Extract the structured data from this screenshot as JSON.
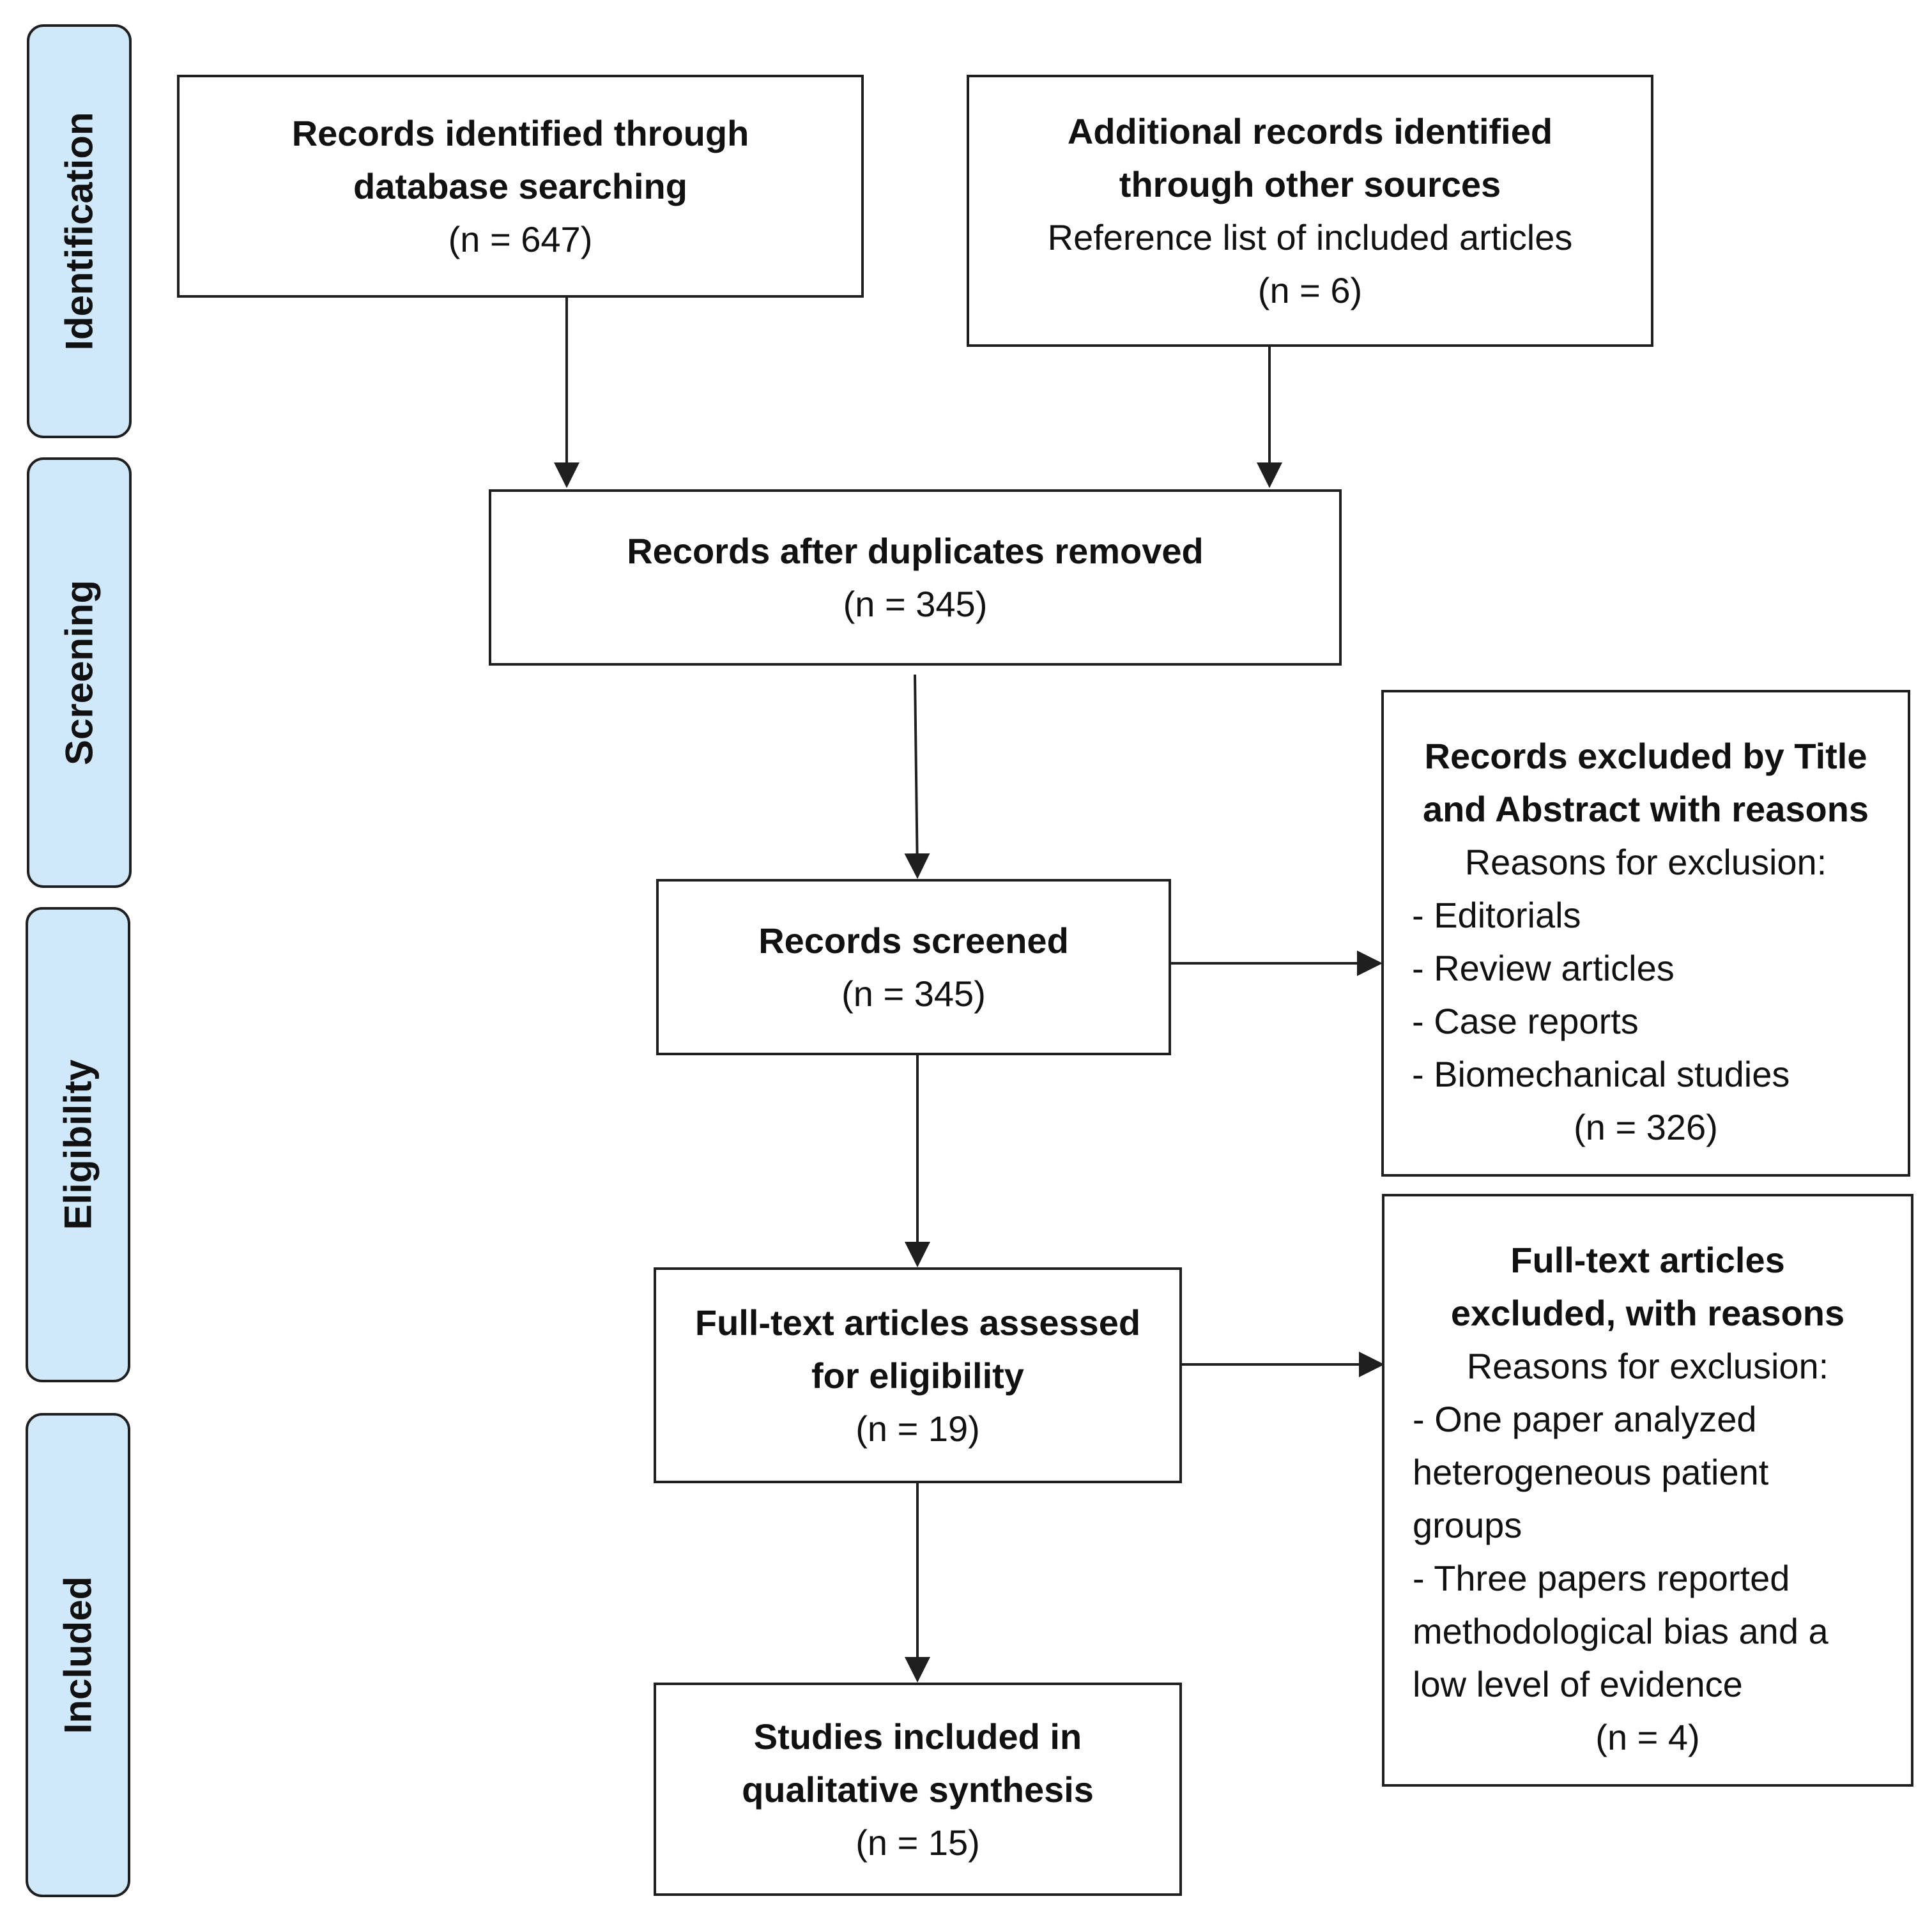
{
  "phases": {
    "identification": "Identification",
    "screening": "Screening",
    "eligibility": "Eligibility",
    "included": "Included"
  },
  "boxes": {
    "database": {
      "line1": "Records identified through",
      "line2": "database searching",
      "count": "(n = 647)"
    },
    "other_sources": {
      "line1": "Additional records identified",
      "line2": "through other sources",
      "sub": "Reference list of included articles",
      "count": "(n = 6)"
    },
    "duplicates_removed": {
      "title": "Records after duplicates removed",
      "count": "(n = 345)"
    },
    "screened": {
      "title": "Records screened",
      "count": "(n = 345)"
    },
    "excluded_title_abstract": {
      "line1": "Records excluded by Title",
      "line2": "and Abstract with reasons",
      "reasons_heading": "Reasons for exclusion:",
      "reasons": [
        "- Editorials",
        "- Review articles",
        "- Case reports",
        "- Biomechanical studies"
      ],
      "count": "(n = 326)"
    },
    "full_text_assessed": {
      "line1": "Full-text articles assessed",
      "line2": "for eligibility",
      "count": "(n = 19)"
    },
    "full_text_excluded": {
      "line1": "Full-text articles",
      "line2": "excluded, with reasons",
      "reasons_heading": "Reasons for exclusion:",
      "reasons": [
        "- One paper analyzed",
        "heterogeneous patient",
        "groups",
        "- Three papers reported",
        "methodological bias and a",
        "low level of evidence"
      ],
      "count": "(n = 4)"
    },
    "included": {
      "line1": "Studies included in",
      "line2": "qualitative synthesis",
      "count": "(n = 15)"
    }
  }
}
